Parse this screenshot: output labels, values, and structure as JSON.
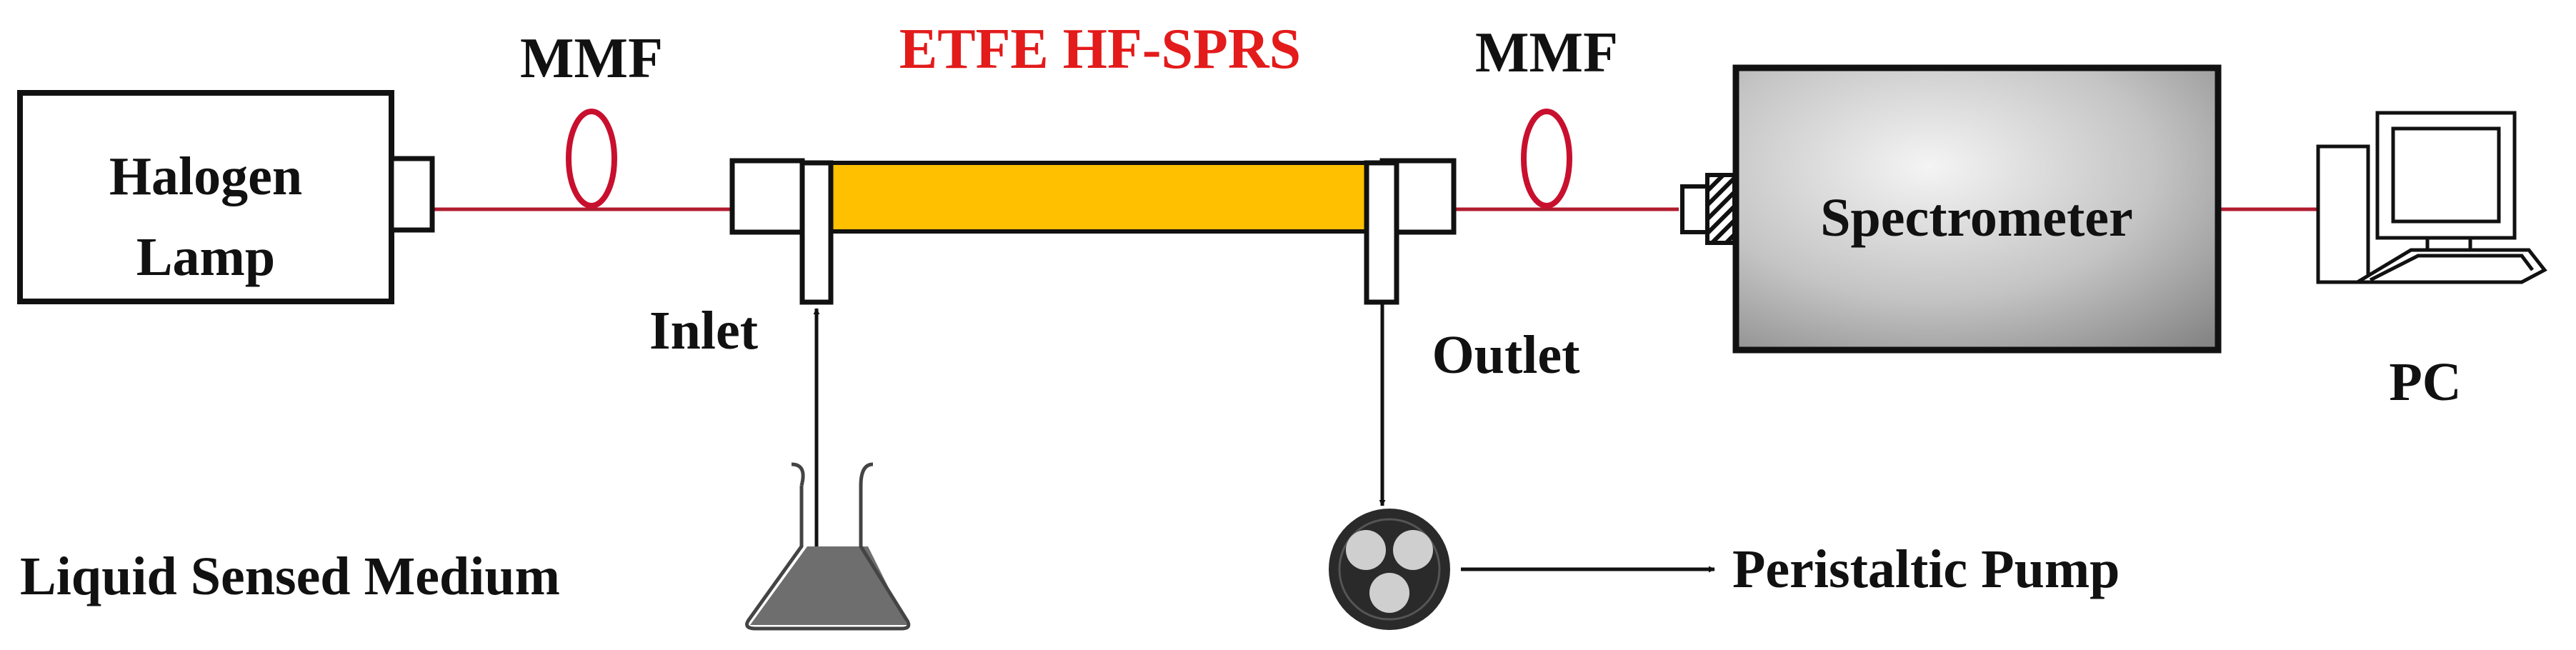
{
  "labels": {
    "halogen_line1": "Halogen",
    "halogen_line2": "Lamp",
    "mmf_left": "MMF",
    "etfe": "ETFE HF-SPRS",
    "mmf_right": "MMF",
    "spectrometer": "Spectrometer",
    "pc": "PC",
    "inlet": "Inlet",
    "outlet": "Outlet",
    "liquid": "Liquid Sensed Medium",
    "pump": "Peristaltic Pump"
  },
  "colors": {
    "fiber": "#b01c2e",
    "fiber_loop": "#c8102e",
    "etfe_fill": "#ffc000",
    "etfe_label": "#e31b1b",
    "liquid": "#6e6e6e",
    "spectrometer_gradient": [
      "#f2f2f2",
      "#8c8c8c"
    ]
  },
  "icons": {
    "pc": "computer-icon",
    "pump": "peristaltic-pump-icon",
    "flask": "erlenmeyer-flask-icon"
  }
}
